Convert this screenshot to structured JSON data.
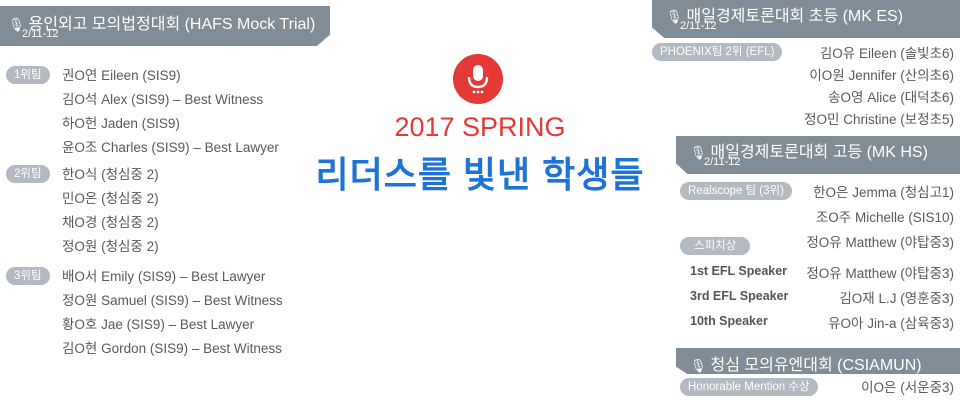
{
  "center": {
    "icon": "microphone-icon",
    "season": "2017 SPRING",
    "headline": "리더스를 빛낸 학생들"
  },
  "mock_trial": {
    "title": "용인외고 모의법정대회 (HAFS Mock Trial)",
    "date": "2/11-12",
    "groups": [
      {
        "rank": "1위팀",
        "members": [
          "권O연 Eileen (SIS9)",
          "김O석 Alex (SIS9) – Best Witness",
          "하O헌 Jaden (SIS9)",
          "윤O조 Charles (SIS9) – Best Lawyer"
        ]
      },
      {
        "rank": "2위팀",
        "members": [
          "한O식 (청심중 2)",
          "민O은 (청심중 2)",
          "채O경 (청심중 2)",
          "정O원 (청심중 2)"
        ]
      },
      {
        "rank": "3위팀",
        "members": [
          "배O서 Emily (SIS9) – Best Lawyer",
          "정O원 Samuel (SIS9) – Best Witness",
          "황O호 Jae (SIS9) – Best Lawyer",
          "김O현 Gordon (SIS9) – Best Witness"
        ]
      }
    ]
  },
  "mk_es": {
    "title": "매일경제토론대회 초등 (MK ES)",
    "date": "2/11-12",
    "award": "PHOENIX팀 2위 (EFL)",
    "members": [
      "김O유 Eileen (솔빛초6)",
      "이O원 Jennifer (산의초6)",
      "송O영 Alice (대덕초6)",
      "정O민 Christine (보정초5)"
    ]
  },
  "mk_hs": {
    "title": "매일경제토론대회 고등 (MK HS)",
    "date": "2/11-12",
    "award": "Realscope 팀 (3위)",
    "members": [
      "한O은 Jemma (청심고1)",
      "조O주 Michelle (SIS10)",
      "정O유 Matthew (야탑중3)"
    ],
    "speaker_award": "스피치상",
    "speakers": [
      {
        "place": "1st EFL Speaker",
        "name": "정O유 Matthew (야탑중3)"
      },
      {
        "place": "3rd EFL Speaker",
        "name": "김O재 L.J (영훈중3)"
      },
      {
        "place": "10th Speaker",
        "name": "유O아 Jin-a (삼육중3)"
      }
    ]
  },
  "csiamun": {
    "title": "청심 모의유엔대회 (CSIAMUN)",
    "award": "Honorable Mention 수상",
    "member": "이O은 (서운중3)"
  },
  "colors": {
    "banner": "#808c96",
    "pill": "#b3bac2",
    "accent_red": "#e53935",
    "accent_blue": "#1e73d9"
  }
}
